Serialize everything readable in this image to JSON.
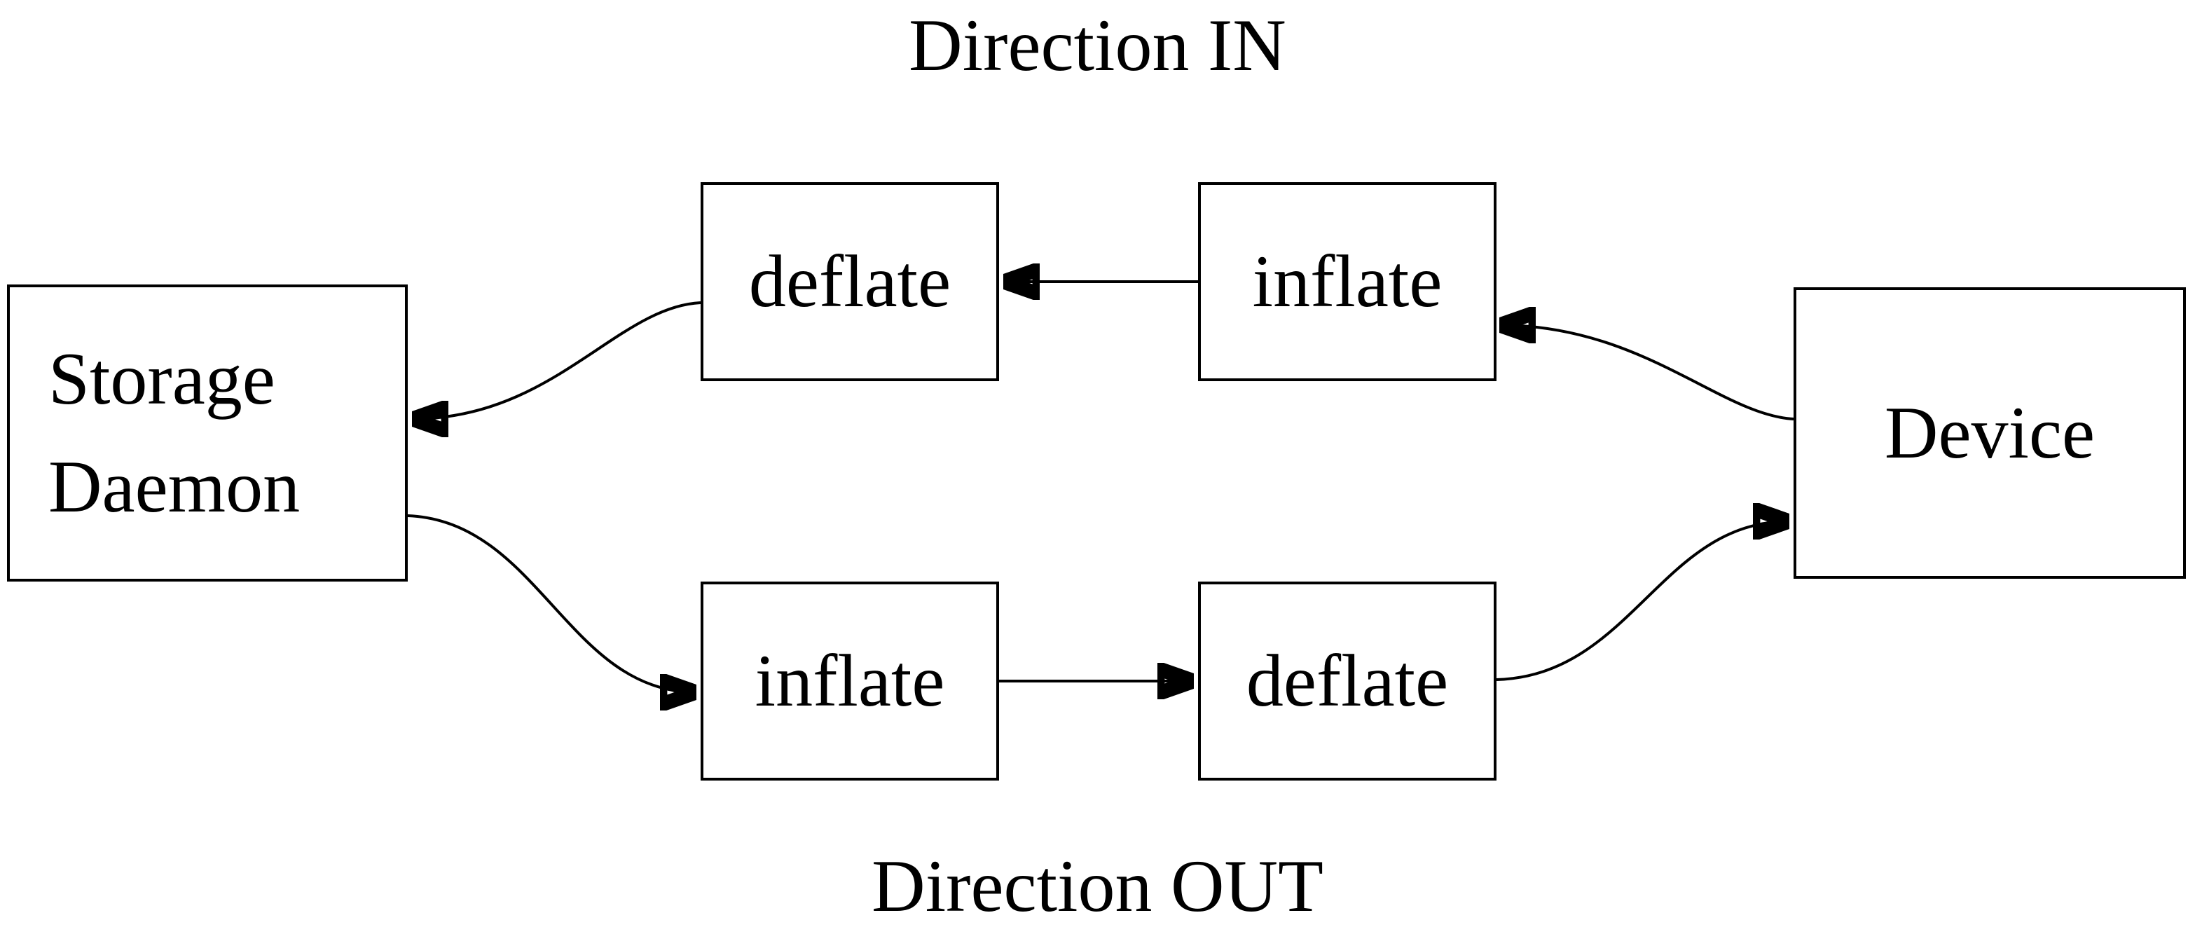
{
  "diagram": {
    "titles": {
      "top": "Direction IN",
      "bottom": "Direction OUT"
    },
    "nodes": {
      "storage_daemon": {
        "lines": [
          "Storage",
          "Daemon"
        ]
      },
      "deflate_in": {
        "label": "deflate"
      },
      "inflate_in": {
        "label": "inflate"
      },
      "inflate_out": {
        "label": "inflate"
      },
      "deflate_out": {
        "label": "deflate"
      },
      "device": {
        "label": "Device"
      }
    },
    "edges": [
      {
        "from": "device",
        "to": "inflate_in",
        "direction": "IN"
      },
      {
        "from": "inflate_in",
        "to": "deflate_in",
        "direction": "IN"
      },
      {
        "from": "deflate_in",
        "to": "storage_daemon",
        "direction": "IN"
      },
      {
        "from": "storage_daemon",
        "to": "inflate_out",
        "direction": "OUT"
      },
      {
        "from": "inflate_out",
        "to": "deflate_out",
        "direction": "OUT"
      },
      {
        "from": "deflate_out",
        "to": "device",
        "direction": "OUT"
      }
    ],
    "colors": {
      "background": "#ffffff",
      "line": "#000000",
      "text": "#000000"
    }
  }
}
